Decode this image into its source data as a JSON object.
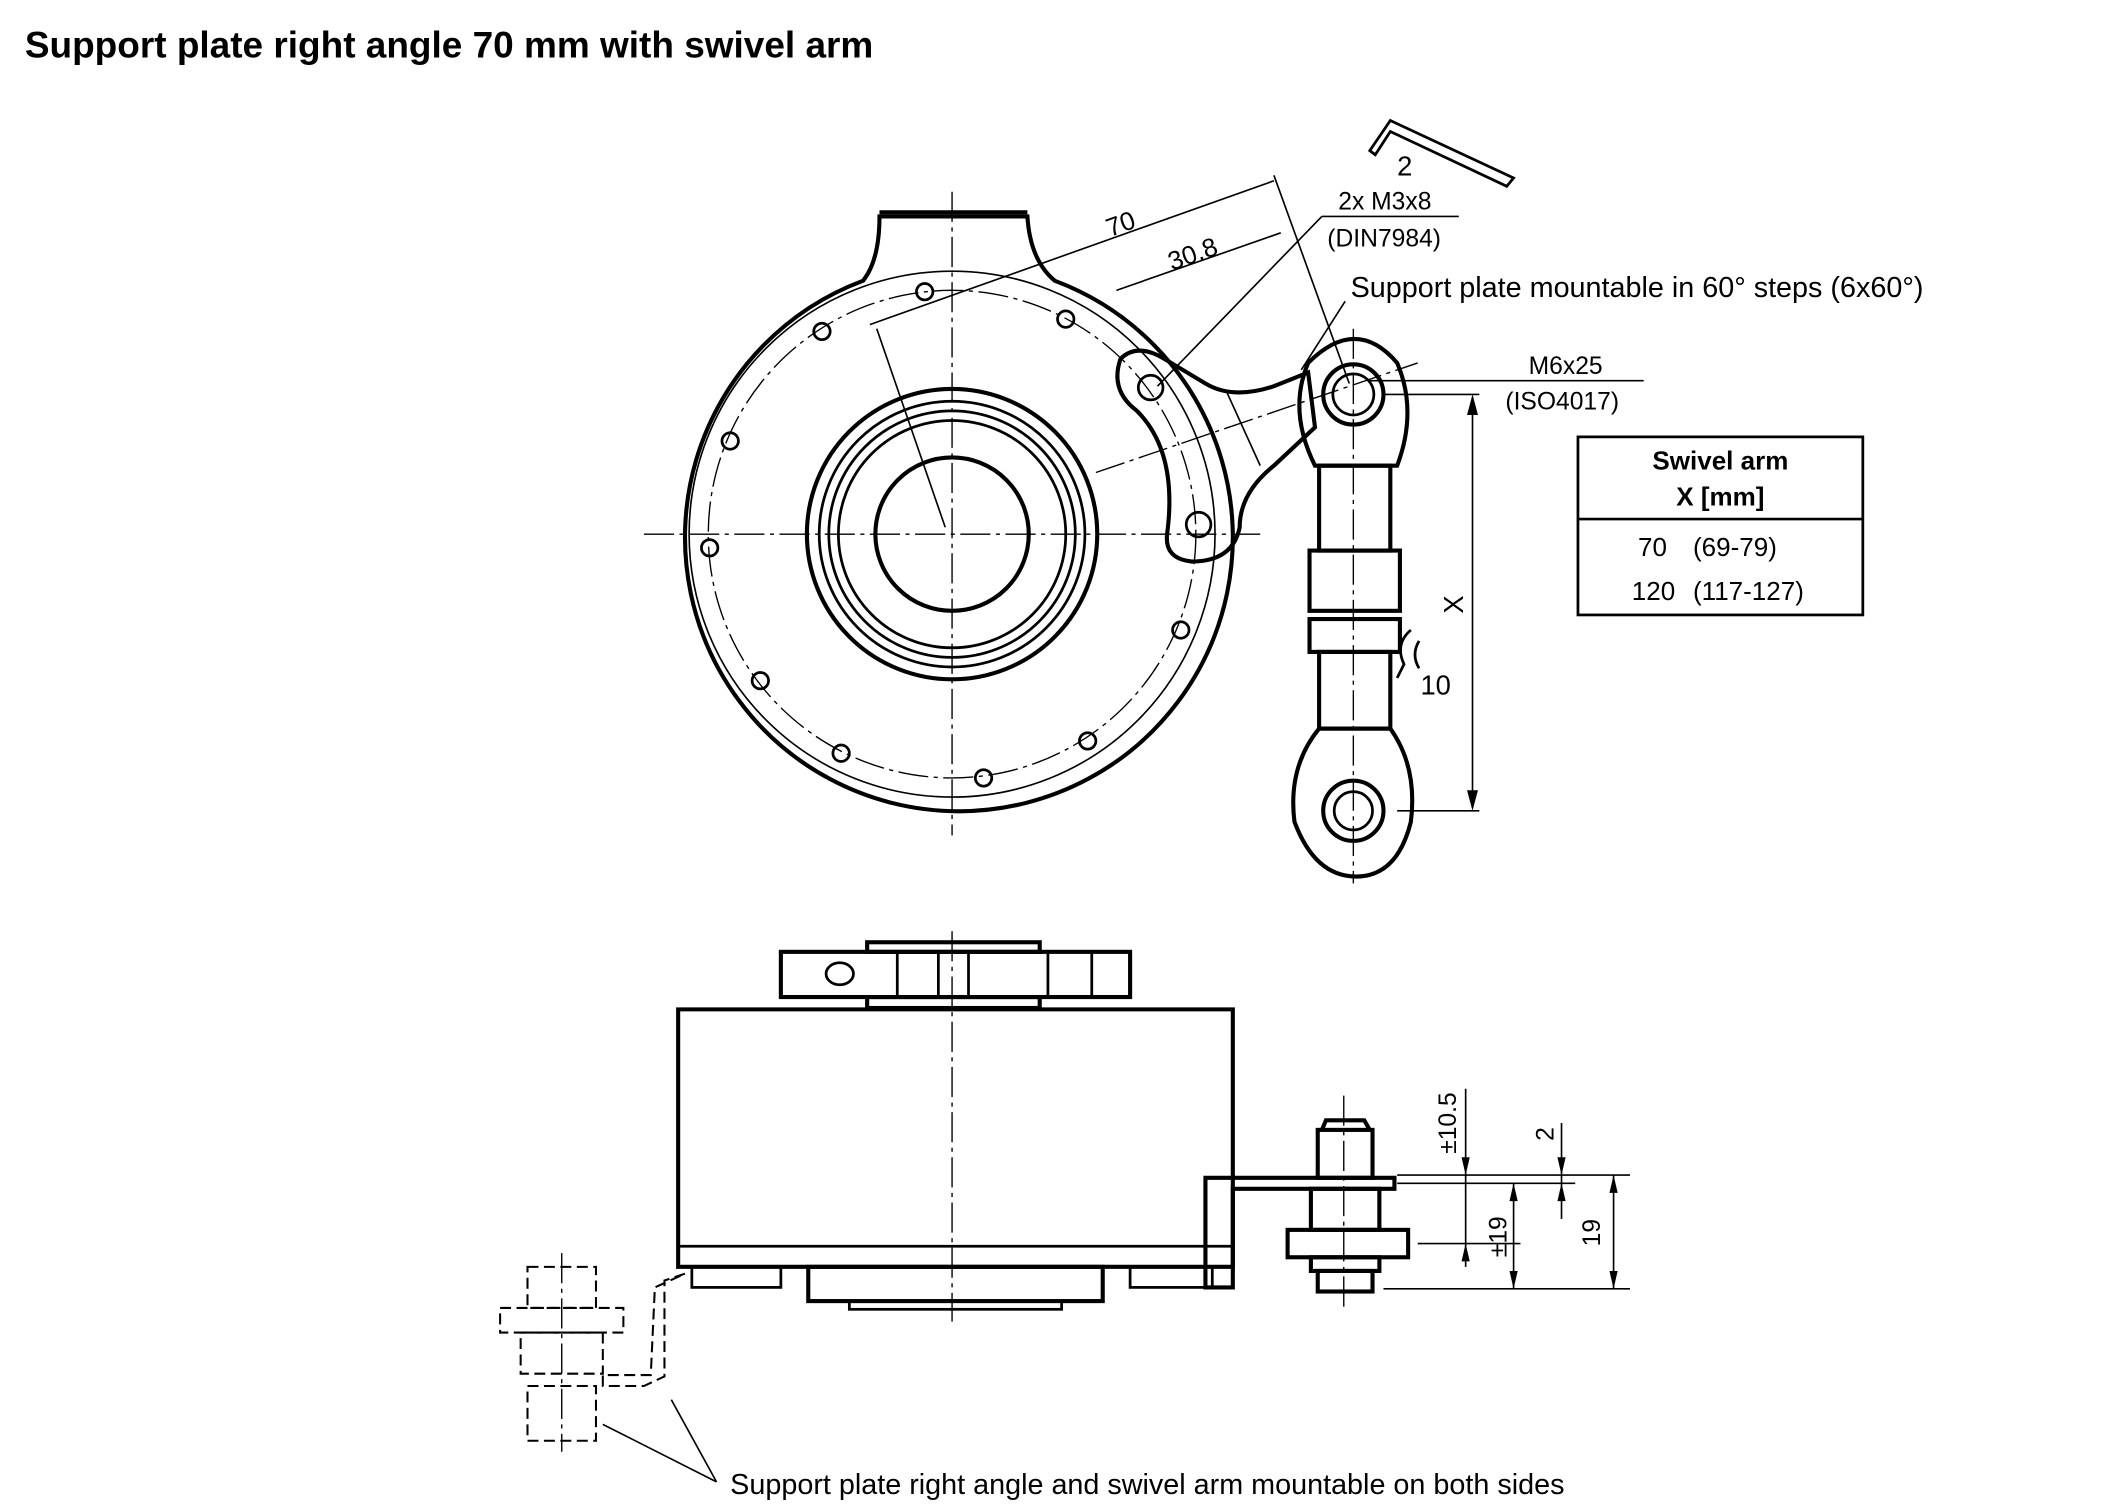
{
  "title": "Support plate right angle 70 mm with swivel arm",
  "top_view": {
    "dim_70": "70",
    "dim_30_8": "30.8",
    "hex_key_size": "2",
    "screw_label": "2x M3x8",
    "screw_standard": "(DIN7984)",
    "mount_note": "Support plate mountable in 60° steps (6x60°)",
    "bolt_label": "M6x25",
    "bolt_standard": "(ISO4017)",
    "dim_x": "X",
    "wrench_size": "10"
  },
  "table": {
    "header_line1": "Swivel arm",
    "header_line2": "X [mm]",
    "rows": [
      {
        "x": "70",
        "range": "(69-79)"
      },
      {
        "x": "120",
        "range": "(117-127)"
      }
    ]
  },
  "side_view": {
    "dim_pm10_5": "±10.5",
    "dim_2": "2",
    "dim_pm19": "±19",
    "dim_19": "19",
    "bottom_note": "Support plate right angle and swivel arm mountable on both sides"
  }
}
